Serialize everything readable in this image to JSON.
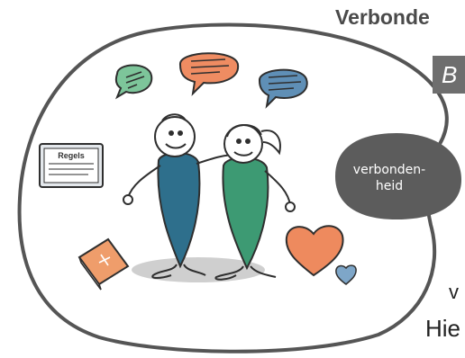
{
  "heading": "Verbonde",
  "subtitle": "B",
  "bubble_label": {
    "line1": "verbonden-",
    "line2": "heid"
  },
  "sign_label": "Regels",
  "body_lines": [
    "v",
    "Hie"
  ],
  "colors": {
    "outline": "#555555",
    "teal_figure": "#2e6f8c",
    "green_figure": "#3d9a73",
    "heart": "#ee8a5e",
    "small_heart": "#7ea6c8",
    "orange_bubble": "#ef8c62",
    "green_bubble": "#7dc59a",
    "blue_bubble": "#5f8fb6",
    "dark_bubble": "#5c5c5c",
    "book": "#ef9d6b",
    "shadow": "#cfcfcf"
  }
}
